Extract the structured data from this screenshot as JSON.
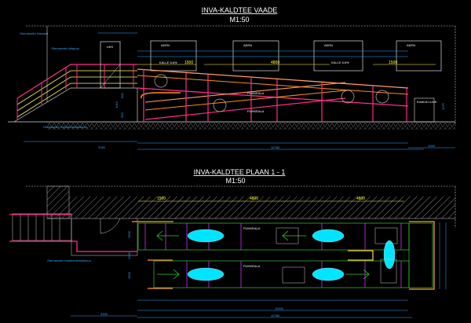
{
  "elevation": {
    "title": "INVA-KALDTEE VAADE",
    "scale": "M1:50",
    "windows": [
      "AKEN",
      "AKEN",
      "AKEN",
      "AKEN"
    ],
    "door": "UKS",
    "slopes": [
      "KALLE 6.6%",
      "KALLE 6.6%"
    ],
    "ramp_dims": [
      "1500",
      "4800",
      "1500"
    ],
    "labels": {
      "facade": "Olemasolev fassaad",
      "handrail": "Olemasolev käsipuu",
      "stairs": "Olemasolev trepikonstruktsioon",
      "hatch": "Kontroll LUUK",
      "landing_top": "PUHKEALA",
      "landing_bottom": "PUHKEALA"
    },
    "heights": [
      "1010",
      "600",
      "900",
      "1075"
    ],
    "bottom_dims": [
      "3150",
      "12780",
      "1000"
    ]
  },
  "plan": {
    "title": "INVA-KALDTEE PLAAN 1 - 1",
    "scale": "M1:50",
    "ramp_dims": [
      "1500",
      "4800",
      "4800"
    ],
    "labels": {
      "stairs": "Olemasolev trepikonstruktsioon",
      "landing_top": "PUHKEALA",
      "landing_bottom": "PUHKEALA"
    },
    "widths": [
      "1500",
      "1200",
      "1500"
    ],
    "bottom_dims": [
      "3150",
      "12780",
      "11930"
    ]
  },
  "colors": {
    "background": "#000000",
    "handrail": "#ff2d8a",
    "rail": "#ffff33",
    "dimension": "#2fa8ff",
    "structure": "#ff8c1a",
    "wheel": "#00e5ff"
  }
}
